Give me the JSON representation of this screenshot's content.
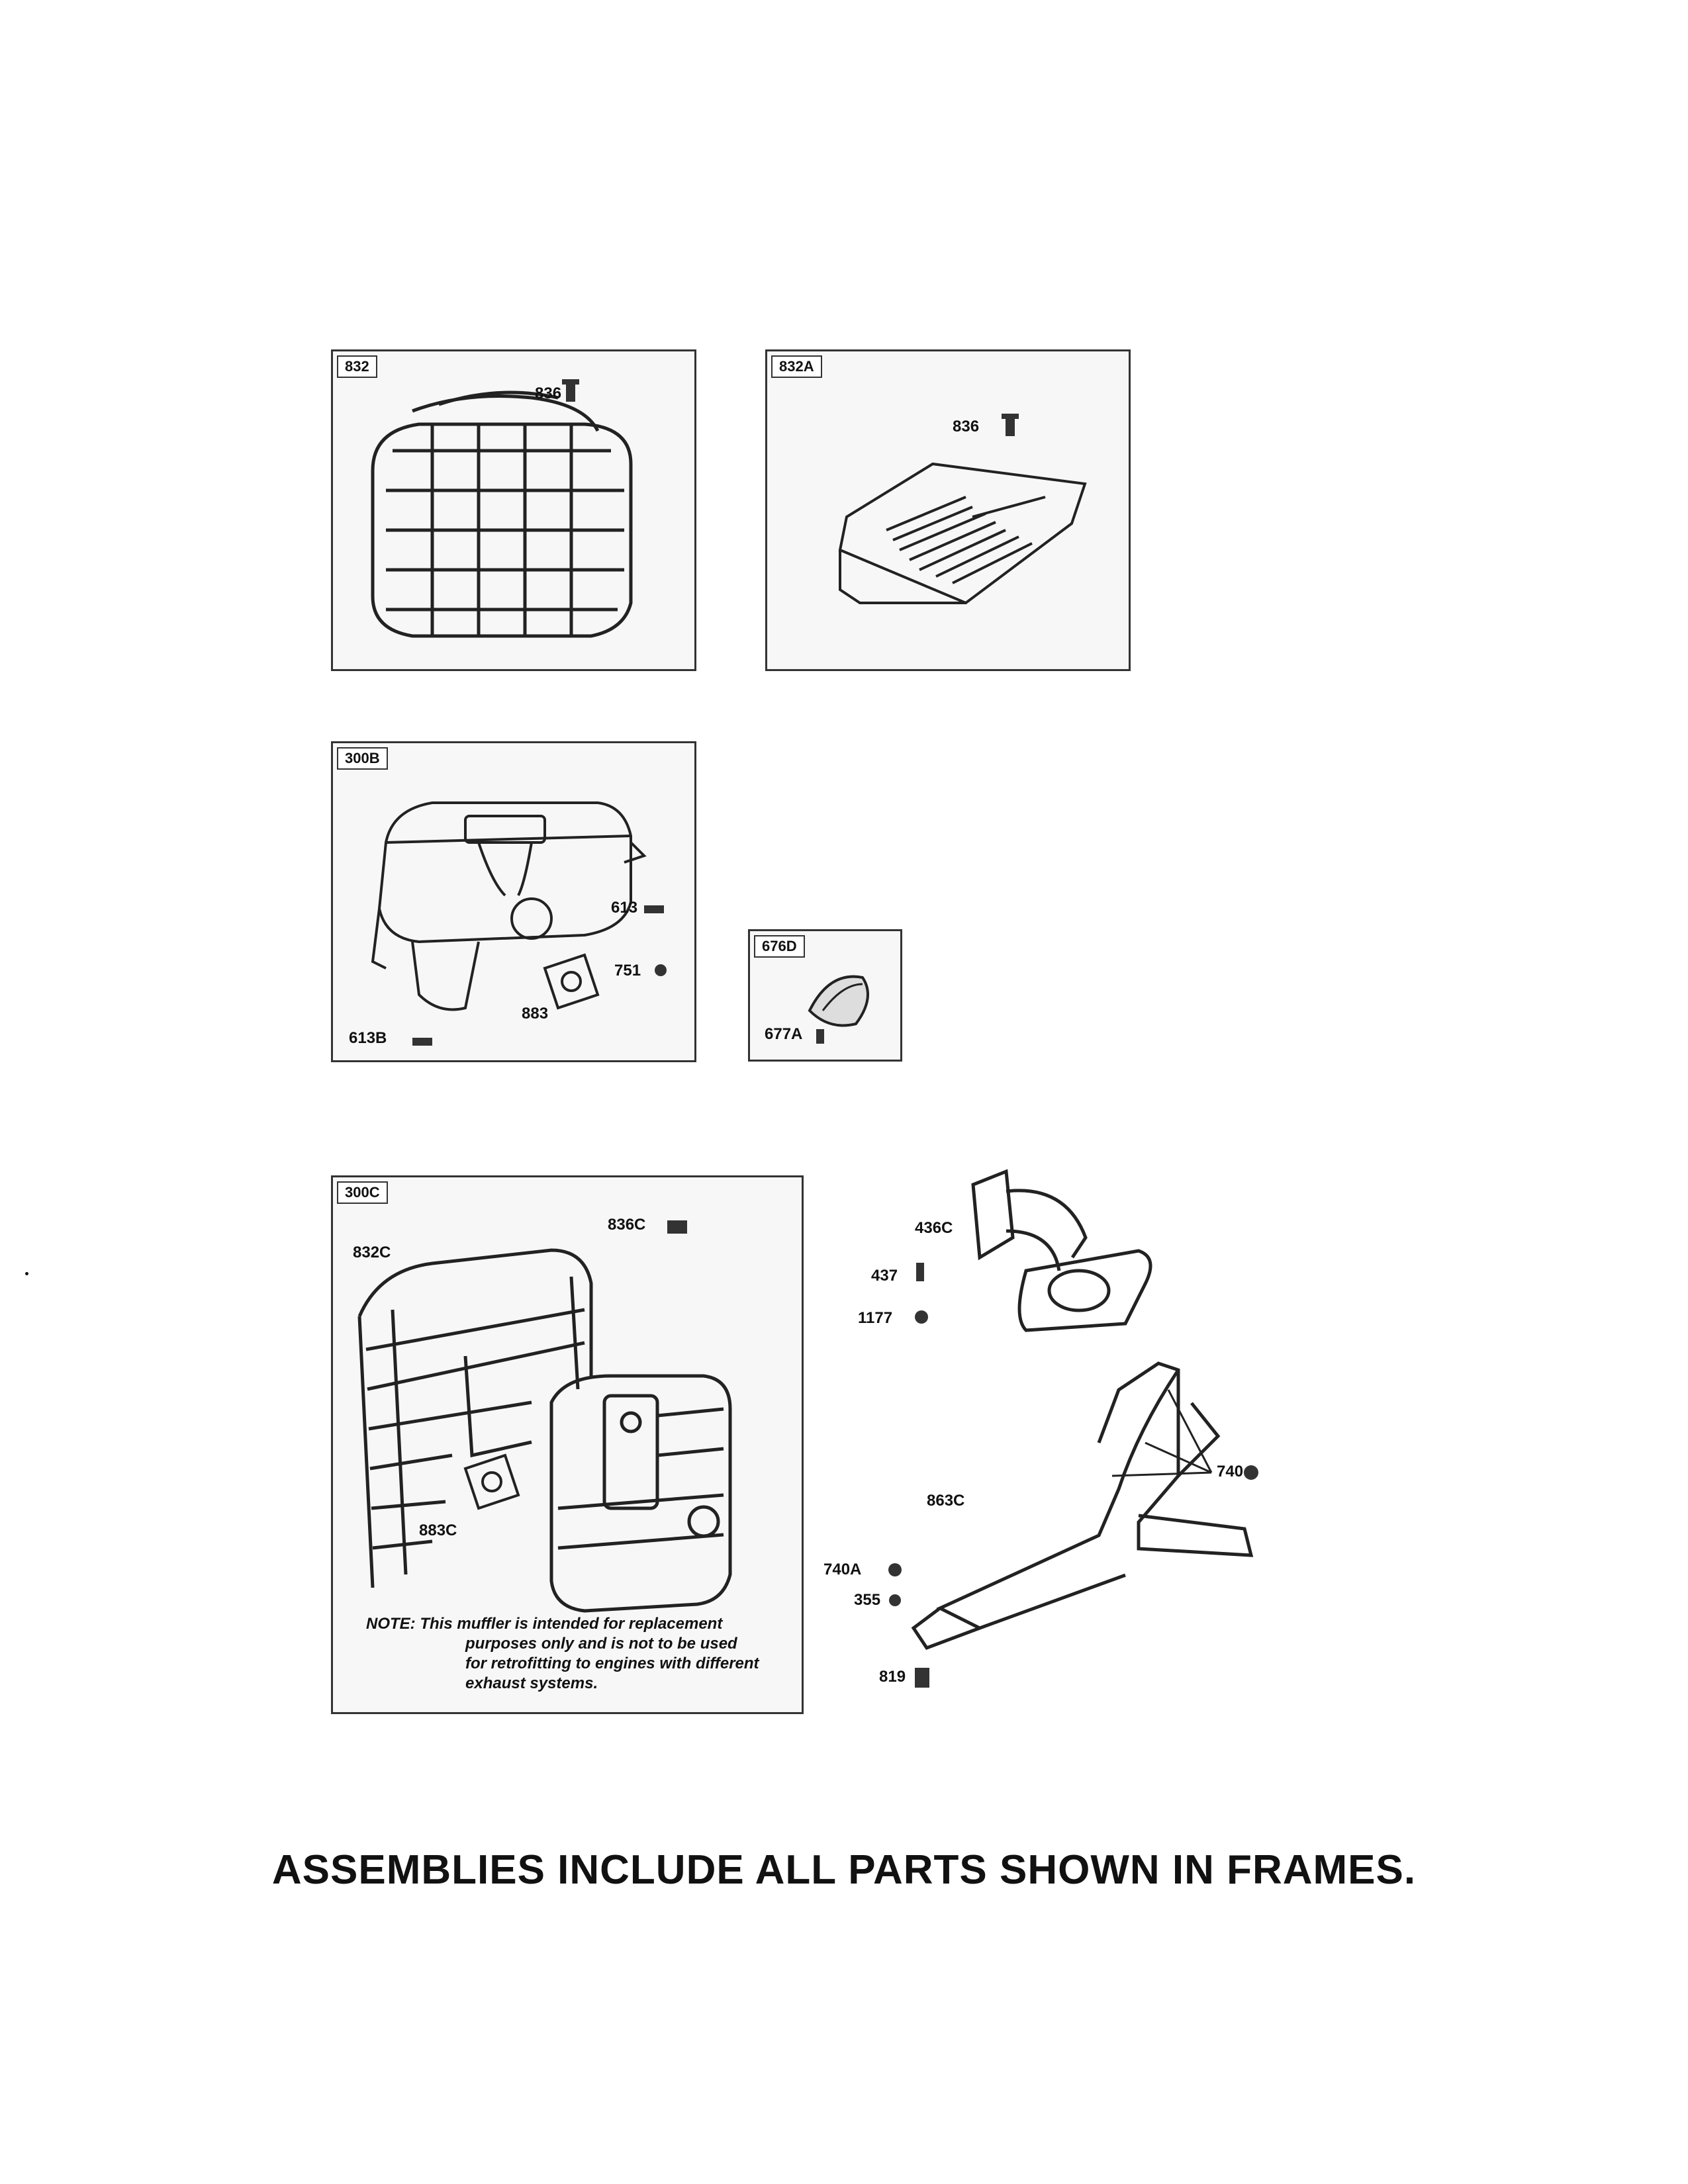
{
  "frames": {
    "f832": "832",
    "f832a": "832A",
    "f300b": "300B",
    "f676d": "676D",
    "f300c": "300C"
  },
  "labels": {
    "p836_a": "836",
    "p836_b": "836",
    "p613": "613",
    "p751": "751",
    "p883": "883",
    "p613b": "613B",
    "p677a": "677A",
    "p836c": "836C",
    "p832c": "832C",
    "p883c": "883C",
    "p436c": "436C",
    "p437": "437",
    "p1177": "1177",
    "p740": "740",
    "p863c": "863C",
    "p740a": "740A",
    "p355": "355",
    "p819": "819"
  },
  "note": {
    "head": "NOTE:",
    "line1": "This muffler is intended for replacement",
    "line2": "purposes only and is not to be used",
    "line3": "for retrofitting to engines with different",
    "line4": "exhaust systems."
  },
  "footer": "ASSEMBLIES INCLUDE ALL PARTS SHOWN IN FRAMES."
}
